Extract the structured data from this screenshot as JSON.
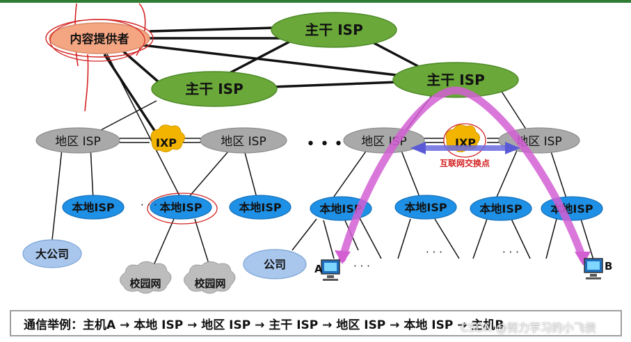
{
  "nodes": {
    "content_provider": "内容提供者",
    "backbone_isp": "主干 ISP",
    "regional_isp": "地区 ISP",
    "local_isp": "本地ISP",
    "ixp": "IXP",
    "big_company": "大公司",
    "company": "公司",
    "campus_network": "校园网",
    "host_a": "A",
    "host_b": "B"
  },
  "labels": {
    "ellipsis_small": "· · ·",
    "ellipsis_big": "• • •",
    "ixp_annotation": "互联网交换点"
  },
  "caption": "通信举例：主机A → 本地 ISP → 地区 ISP → 主干 ISP → 地区 ISP → 本地 ISP → 主机B",
  "watermark": "CSDN @努力学习的小飞侠",
  "colors": {
    "backbone": "#6aa83a",
    "regional": "#a9a9a9",
    "local": "#1e90e6",
    "ixp": "#f2b400",
    "company": "#a9c7ec",
    "cloud": "#bdbdbd",
    "content_provider": "#f4a582",
    "path_arrow": "#d35fd3",
    "red_annotation": "#d32020",
    "ixp_link_arrow": "#5a5ad6"
  }
}
